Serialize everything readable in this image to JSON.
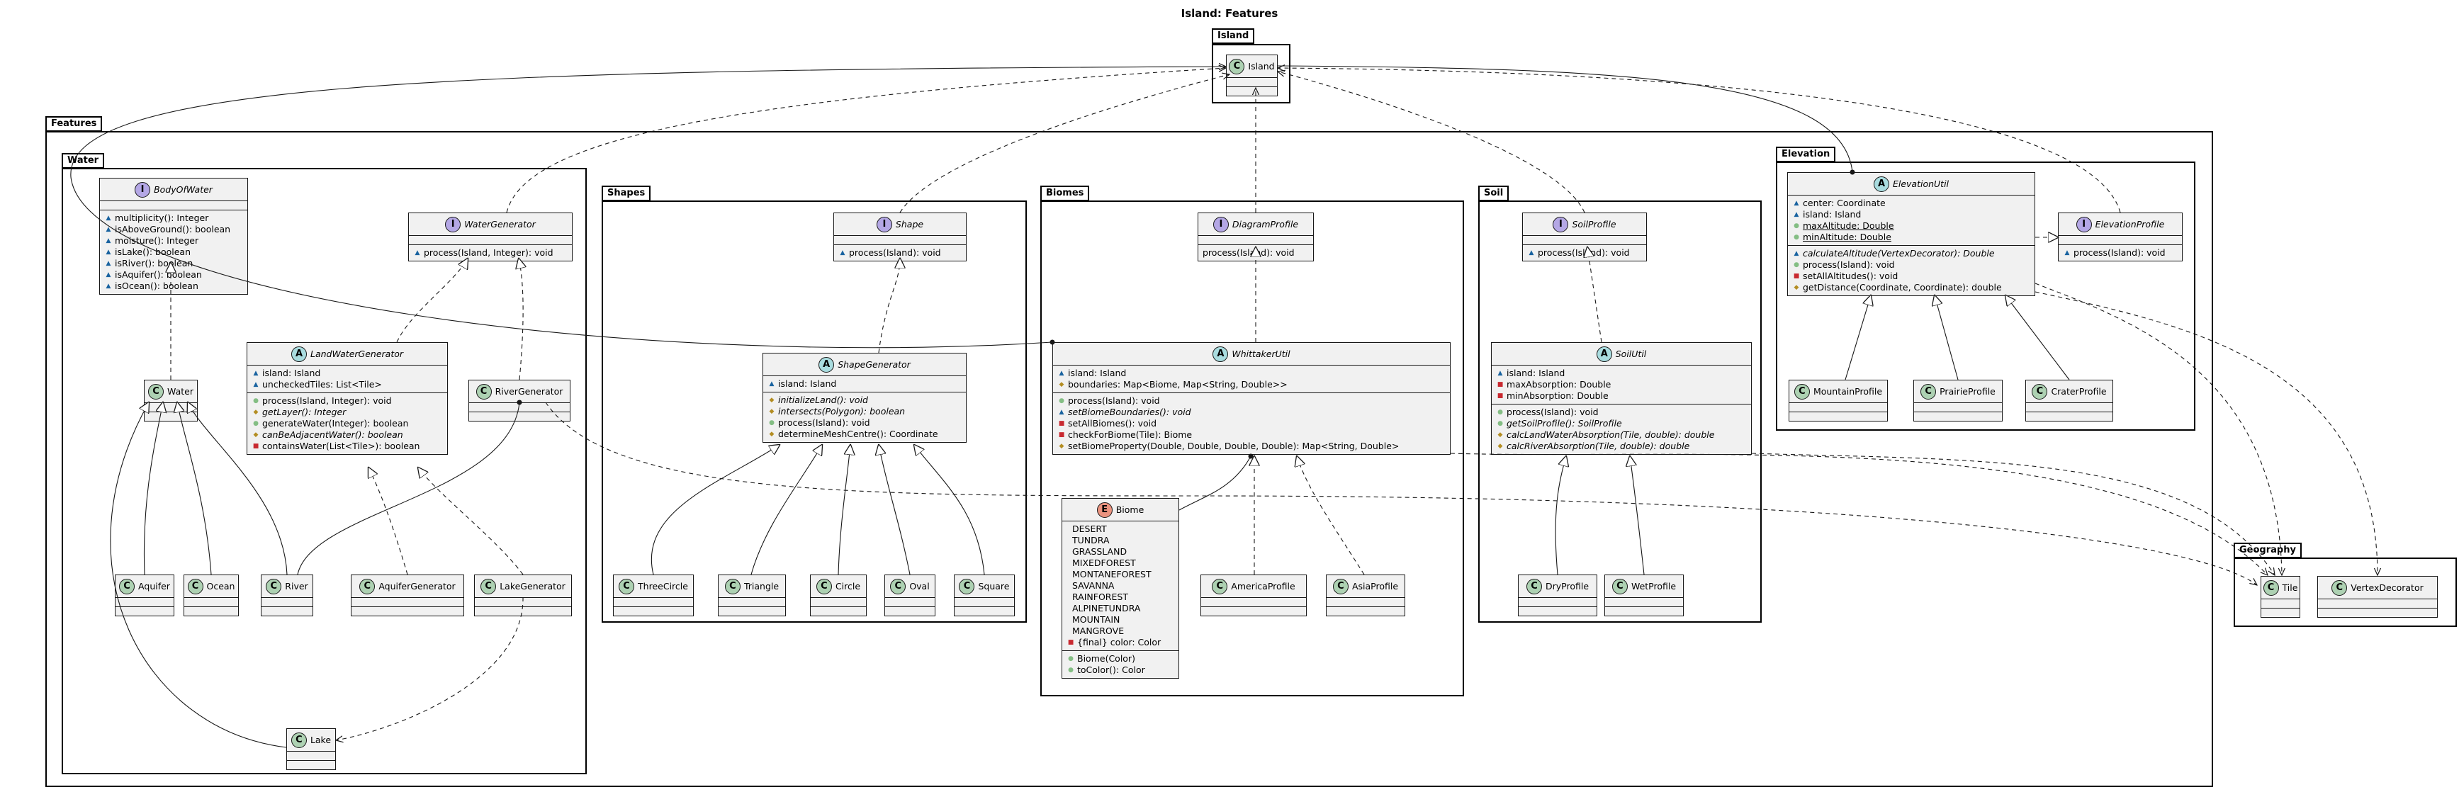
{
  "title": "Island: Features",
  "packages": {
    "island": "Island",
    "features": "Features",
    "water": "Water",
    "shapes": "Shapes",
    "biomes": "Biomes",
    "soil": "Soil",
    "elevation": "Elevation",
    "geography": "Geography"
  },
  "classes": {
    "island": {
      "kind": "C",
      "name": "Island",
      "fields": [],
      "methods": []
    },
    "body_of_water": {
      "kind": "I",
      "name": "BodyOfWater",
      "fields": [],
      "methods": [
        {
          "v": "pkg",
          "t": "multiplicity(): Integer"
        },
        {
          "v": "pkg",
          "t": "isAboveGround(): boolean"
        },
        {
          "v": "pkg",
          "t": "moisture(): Integer"
        },
        {
          "v": "pkg",
          "t": "isLake(): boolean"
        },
        {
          "v": "pkg",
          "t": "isRiver(): boolean"
        },
        {
          "v": "pkg",
          "t": "isAquifer(): boolean"
        },
        {
          "v": "pkg",
          "t": "isOcean(): boolean"
        }
      ]
    },
    "water_generator": {
      "kind": "I",
      "name": "WaterGenerator",
      "fields": [],
      "methods": [
        {
          "v": "pkg",
          "t": "process(Island, Integer): void"
        }
      ]
    },
    "land_water_generator": {
      "kind": "A",
      "name": "LandWaterGenerator",
      "fields": [
        {
          "v": "pkg",
          "t": "island: Island"
        },
        {
          "v": "pkg",
          "t": "uncheckedTiles: List<Tile>"
        }
      ],
      "methods": [
        {
          "v": "pub",
          "t": "process(Island, Integer): void"
        },
        {
          "v": "prot",
          "t": "getLayer(): Integer",
          "i": true
        },
        {
          "v": "pub",
          "t": "generateWater(Integer): boolean"
        },
        {
          "v": "prot",
          "t": "canBeAdjacentWater(): boolean",
          "i": true
        },
        {
          "v": "priv",
          "t": "containsWater(List<Tile>): boolean"
        }
      ]
    },
    "water": {
      "kind": "C",
      "name": "Water",
      "fields": [],
      "methods": []
    },
    "river_generator": {
      "kind": "C",
      "name": "RiverGenerator",
      "fields": [],
      "methods": []
    },
    "aquifer": {
      "kind": "C",
      "name": "Aquifer",
      "fields": [],
      "methods": []
    },
    "ocean": {
      "kind": "C",
      "name": "Ocean",
      "fields": [],
      "methods": []
    },
    "river": {
      "kind": "C",
      "name": "River",
      "fields": [],
      "methods": []
    },
    "aquifer_generator": {
      "kind": "C",
      "name": "AquiferGenerator",
      "fields": [],
      "methods": []
    },
    "lake_generator": {
      "kind": "C",
      "name": "LakeGenerator",
      "fields": [],
      "methods": []
    },
    "lake": {
      "kind": "C",
      "name": "Lake",
      "fields": [],
      "methods": []
    },
    "shape": {
      "kind": "I",
      "name": "Shape",
      "fields": [],
      "methods": [
        {
          "v": "pkg",
          "t": "process(Island): void"
        }
      ]
    },
    "shape_generator": {
      "kind": "A",
      "name": "ShapeGenerator",
      "fields": [
        {
          "v": "pkg",
          "t": "island: Island"
        }
      ],
      "methods": [
        {
          "v": "prot",
          "t": "initializeLand(): void",
          "i": true
        },
        {
          "v": "prot",
          "t": "intersects(Polygon): boolean",
          "i": true
        },
        {
          "v": "pub",
          "t": "process(Island): void"
        },
        {
          "v": "prot",
          "t": "determineMeshCentre(): Coordinate"
        }
      ]
    },
    "three_circle": {
      "kind": "C",
      "name": "ThreeCircle",
      "fields": [],
      "methods": []
    },
    "triangle": {
      "kind": "C",
      "name": "Triangle",
      "fields": [],
      "methods": []
    },
    "circle": {
      "kind": "C",
      "name": "Circle",
      "fields": [],
      "methods": []
    },
    "oval": {
      "kind": "C",
      "name": "Oval",
      "fields": [],
      "methods": []
    },
    "square": {
      "kind": "C",
      "name": "Square",
      "fields": [],
      "methods": []
    },
    "diagram_profile": {
      "kind": "I",
      "name": "DiagramProfile",
      "fields": [],
      "methods": [
        {
          "v": "",
          "t": "process(Island): void"
        }
      ]
    },
    "whittaker_util": {
      "kind": "A",
      "name": "WhittakerUtil",
      "fields": [
        {
          "v": "pkg",
          "t": "island: Island"
        },
        {
          "v": "prot",
          "t": "boundaries: Map<Biome, Map<String, Double>>"
        }
      ],
      "methods": [
        {
          "v": "pub",
          "t": "process(Island): void"
        },
        {
          "v": "pkg",
          "t": "setBiomeBoundaries(): void",
          "i": true
        },
        {
          "v": "priv",
          "t": "setAllBiomes(): void"
        },
        {
          "v": "priv",
          "t": "checkForBiome(Tile): Biome"
        },
        {
          "v": "prot",
          "t": "setBiomeProperty(Double, Double, Double, Double): Map<String, Double>"
        }
      ]
    },
    "biome": {
      "kind": "E",
      "name": "Biome",
      "fields": [
        {
          "v": "",
          "t": "DESERT"
        },
        {
          "v": "",
          "t": "TUNDRA"
        },
        {
          "v": "",
          "t": "GRASSLAND"
        },
        {
          "v": "",
          "t": "MIXEDFOREST"
        },
        {
          "v": "",
          "t": "MONTANEFOREST"
        },
        {
          "v": "",
          "t": "SAVANNA"
        },
        {
          "v": "",
          "t": "RAINFOREST"
        },
        {
          "v": "",
          "t": "ALPINETUNDRA"
        },
        {
          "v": "",
          "t": "MOUNTAIN"
        },
        {
          "v": "",
          "t": "MANGROVE"
        },
        {
          "v": "priv",
          "t": "{final} color: Color"
        }
      ],
      "methods": [
        {
          "v": "pub",
          "t": "Biome(Color)"
        },
        {
          "v": "pub",
          "t": "toColor(): Color"
        }
      ]
    },
    "america_profile": {
      "kind": "C",
      "name": "AmericaProfile",
      "fields": [],
      "methods": []
    },
    "asia_profile": {
      "kind": "C",
      "name": "AsiaProfile",
      "fields": [],
      "methods": []
    },
    "soil_profile": {
      "kind": "I",
      "name": "SoilProfile",
      "fields": [],
      "methods": [
        {
          "v": "pkg",
          "t": "process(Island): void"
        }
      ]
    },
    "soil_util": {
      "kind": "A",
      "name": "SoilUtil",
      "fields": [
        {
          "v": "pkg",
          "t": "island: Island"
        },
        {
          "v": "priv",
          "t": "maxAbsorption: Double"
        },
        {
          "v": "priv",
          "t": "minAbsorption: Double"
        }
      ],
      "methods": [
        {
          "v": "pub",
          "t": "process(Island): void"
        },
        {
          "v": "pub",
          "t": "getSoilProfile(): SoilProfile",
          "i": true
        },
        {
          "v": "prot",
          "t": "calcLandWaterAbsorption(Tile, double): double",
          "i": true
        },
        {
          "v": "prot",
          "t": "calcRiverAbsorption(Tile, double): double",
          "i": true
        }
      ]
    },
    "dry_profile": {
      "kind": "C",
      "name": "DryProfile",
      "fields": [],
      "methods": []
    },
    "wet_profile": {
      "kind": "C",
      "name": "WetProfile",
      "fields": [],
      "methods": []
    },
    "elevation_util": {
      "kind": "A",
      "name": "ElevationUtil",
      "fields": [
        {
          "v": "pkg",
          "t": "center: Coordinate"
        },
        {
          "v": "pkg",
          "t": "island: Island"
        },
        {
          "v": "pub",
          "t": "maxAltitude: Double",
          "u": true
        },
        {
          "v": "pub",
          "t": "minAltitude: Double",
          "u": true
        }
      ],
      "methods": [
        {
          "v": "pkg",
          "t": "calculateAltitude(VertexDecorator): Double",
          "i": true
        },
        {
          "v": "pub",
          "t": "process(Island): void"
        },
        {
          "v": "priv",
          "t": "setAllAltitudes(): void"
        },
        {
          "v": "prot",
          "t": "getDistance(Coordinate, Coordinate): double"
        }
      ]
    },
    "elevation_profile": {
      "kind": "I",
      "name": "ElevationProfile",
      "fields": [],
      "methods": [
        {
          "v": "pkg",
          "t": "process(Island): void"
        }
      ]
    },
    "mountain_profile": {
      "kind": "C",
      "name": "MountainProfile",
      "fields": [],
      "methods": []
    },
    "prairie_profile": {
      "kind": "C",
      "name": "PrairieProfile",
      "fields": [],
      "methods": []
    },
    "crater_profile": {
      "kind": "C",
      "name": "CraterProfile",
      "fields": [],
      "methods": []
    },
    "tile": {
      "kind": "C",
      "name": "Tile",
      "fields": [],
      "methods": []
    },
    "vertex_decorator": {
      "kind": "C",
      "name": "VertexDecorator",
      "fields": [],
      "methods": []
    }
  },
  "colors": {
    "class_fill": "#f1f1f1",
    "class_stereotype": "#add1b2",
    "abstract_stereotype": "#a9dcdf",
    "interface_stereotype": "#b4a7e5",
    "enum_stereotype": "#eb937f",
    "visibility_public": "#84be84",
    "visibility_package": "#1963a0",
    "visibility_protected": "#b38d22",
    "visibility_private": "#c82930"
  }
}
